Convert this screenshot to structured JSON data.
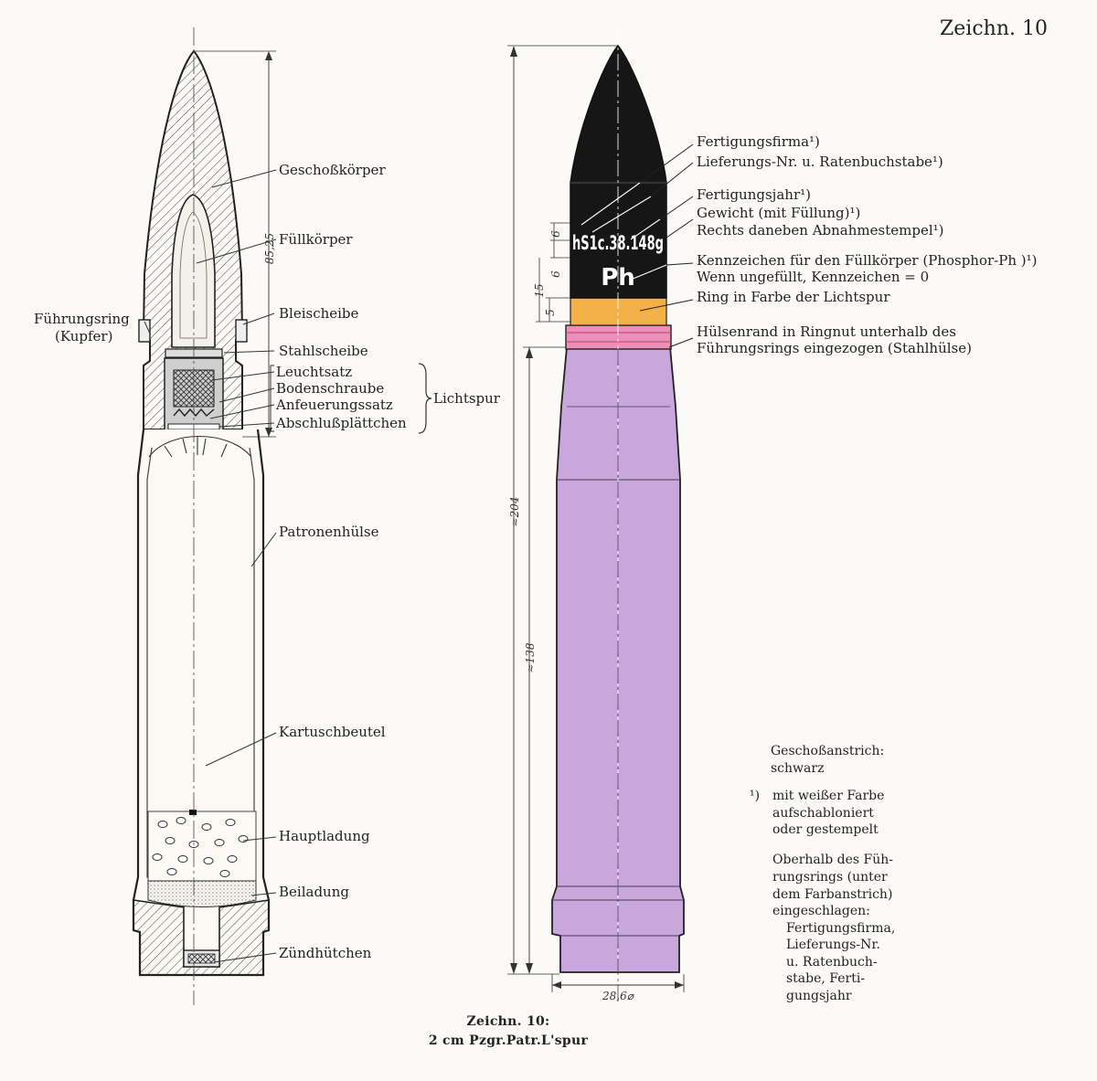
{
  "page_label": "Zeichn. 10",
  "caption": {
    "line1": "Zeichn. 10:",
    "line2": "2 cm Pzgr.Patr.L'spur"
  },
  "colors": {
    "paint_black": "#161616",
    "case_violet": "#c9a6dc",
    "tracer_orange": "#f4b14a",
    "rim_pink": "#ef8fb8"
  },
  "section": {
    "labels": {
      "geschosskoerper": "Geschoßkörper",
      "fuellkoerper": "Füllkörper",
      "fuehrungsring_1": "Führungsring",
      "fuehrungsring_2": "(Kupfer)",
      "bleischeibe": "Bleischeibe",
      "stahlscheibe": "Stahlscheibe",
      "leuchtsatz": "Leuchtsatz",
      "bodenschraube": "Bodenschraube",
      "anfeuerungssatz": "Anfeuerungssatz",
      "abschlussplaettchen": "Abschlußplättchen",
      "lichtspur": "Lichtspur",
      "patronenhuelse": "Patronenhülse",
      "kartuschbeutel": "Kartuschbeutel",
      "hauptladung": "Hauptladung",
      "beiladung": "Beiladung",
      "zuendhuetchen": "Zündhütchen"
    },
    "dim_projectile": "85,25"
  },
  "exterior": {
    "labels": {
      "fertigungsfirma": "Fertigungsfirma¹)",
      "lieferungs_nr": "Lieferungs-Nr. u. Ratenbuchstabe¹)",
      "fertigungsjahr": "Fertigungsjahr¹)",
      "gewicht": "Gewicht (mit Füllung)¹)",
      "abnahmestempel": "Rechts daneben Abnahmestempel¹)",
      "kennzeichen_1": "Kennzeichen für den Füllkörper (Phosphor-Ph )¹)",
      "kennzeichen_2": "Wenn ungefüllt, Kennzeichen = 0",
      "ring": "Ring in Farbe der Lichtspur",
      "huelsenrand_1": "Hülsenrand in Ringnut unterhalb des",
      "huelsenrand_2": "Führungsrings eingezogen (Stahlhülse)"
    },
    "markings": {
      "line1": "hS1c.38.148g",
      "line2": "Ph"
    },
    "dims": {
      "total": "≈204",
      "case": "≈138",
      "rim_dia": "28,6⌀",
      "d6a": "6",
      "d6b": "6",
      "d15": "15",
      "d5": "5"
    }
  },
  "notes": {
    "anstrich_1": "Geschoßanstrich:",
    "anstrich_2": "schwarz",
    "fn_mark": "¹)",
    "fn_1": "mit weißer Farbe",
    "fn_2": "aufschabloniert",
    "fn_3": "oder gestempelt",
    "ob_1": "Oberhalb des Füh-",
    "ob_2": "rungsrings (unter",
    "ob_3": "dem Farbanstrich)",
    "ob_4": "eingeschlagen:",
    "ob_5": "Fertigungsfirma,",
    "ob_6": "Lieferungs-Nr.",
    "ob_7": "u.   Ratenbuch-",
    "ob_8": "stabe,   Ferti-",
    "ob_9": "gungsjahr"
  }
}
